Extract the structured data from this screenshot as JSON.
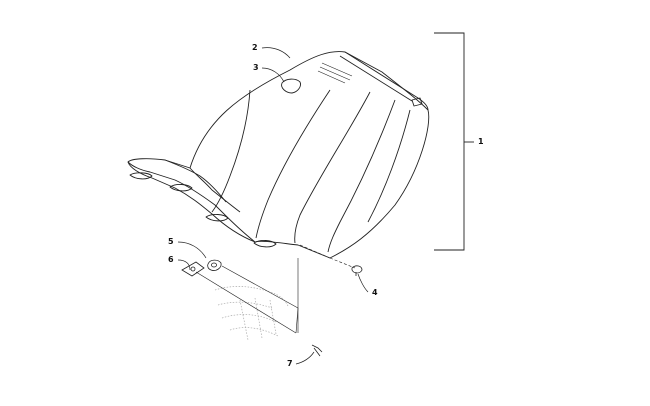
{
  "diagram": {
    "callouts": [
      {
        "id": "1",
        "label": "1"
      },
      {
        "id": "2",
        "label": "2"
      },
      {
        "id": "3",
        "label": "3"
      },
      {
        "id": "4",
        "label": "4"
      },
      {
        "id": "5",
        "label": "5"
      },
      {
        "id": "6",
        "label": "6"
      },
      {
        "id": "7",
        "label": "7"
      }
    ]
  },
  "colors": {
    "line": "#222222",
    "leader": "#222222",
    "faint": "#aaaaaa"
  }
}
